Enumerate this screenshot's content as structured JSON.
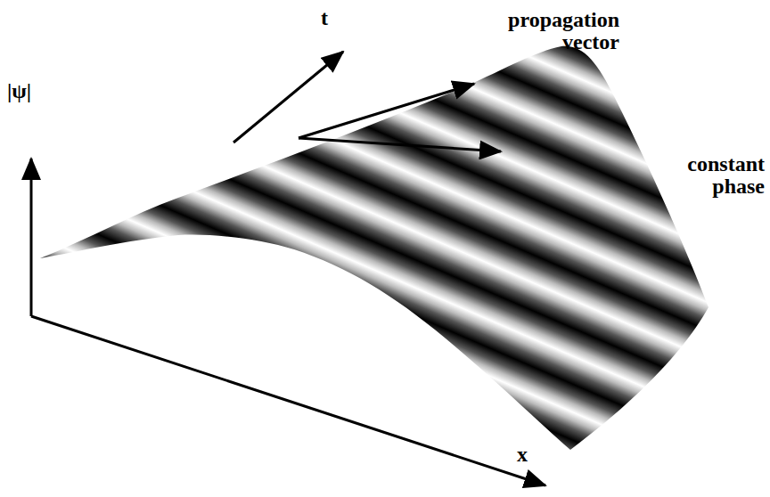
{
  "diagram": {
    "labels": [
      "t",
      "propagation vector",
      "|ψ|",
      "constant phase",
      "x"
    ]
  }
}
